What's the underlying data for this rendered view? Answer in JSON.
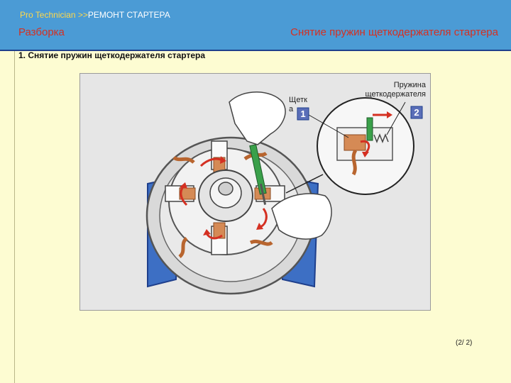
{
  "header": {
    "crumb_prefix": "Pro  Technician >>",
    "crumb_title": "РЕМОНТ СТАРТЕРА",
    "section": "Разборка",
    "page_title": "Снятие пружин щеткодержателя стартера"
  },
  "step": {
    "title": "1. Снятие пружин щеткодержателя стартера"
  },
  "figure": {
    "label_brush_line1": "Щетк",
    "label_brush_line2": "а",
    "label_spring_line1": "Пружина",
    "label_spring_line2": "щеткодержателя",
    "badge_1": "1",
    "badge_2": "2"
  },
  "footer": {
    "pager": "(2/ 2)"
  },
  "colors": {
    "header_bg": "#4b9bd5",
    "page_bg": "#fdfcd2",
    "accent_red": "#d43022"
  }
}
